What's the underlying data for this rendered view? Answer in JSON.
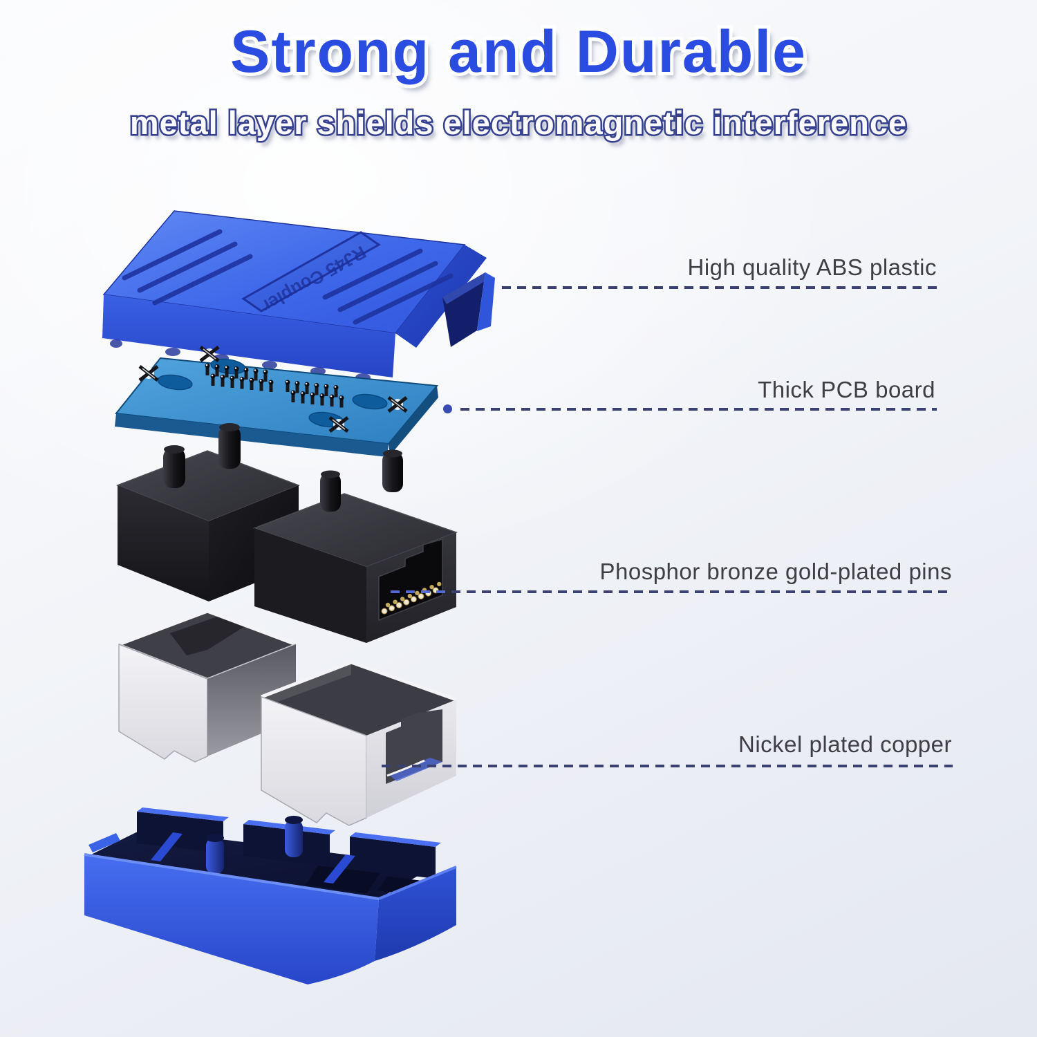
{
  "header": {
    "title": "Strong and Durable",
    "subtitle": "metal layer shields electromagnetic interference"
  },
  "product": {
    "embossed_label": "RJ45 Coupler"
  },
  "annotations": [
    {
      "label": "High quality ABS plastic"
    },
    {
      "label": "Thick PCB board"
    },
    {
      "label": "Phosphor bronze gold-plated pins"
    },
    {
      "label": "Nickel plated copper"
    }
  ],
  "colors": {
    "title_blue": "#2b4ce0",
    "subtitle_outline": "#35418f",
    "label_text": "#3e3e44",
    "dash_navy": "#3a4070",
    "cover_blue": "#3760e6",
    "pcb_blue": "#3d92cf",
    "connector_black": "#232327",
    "shield_silver": "#ececef",
    "tray_blue": "#3a63e6",
    "gold_pin": "#c2a95e"
  }
}
